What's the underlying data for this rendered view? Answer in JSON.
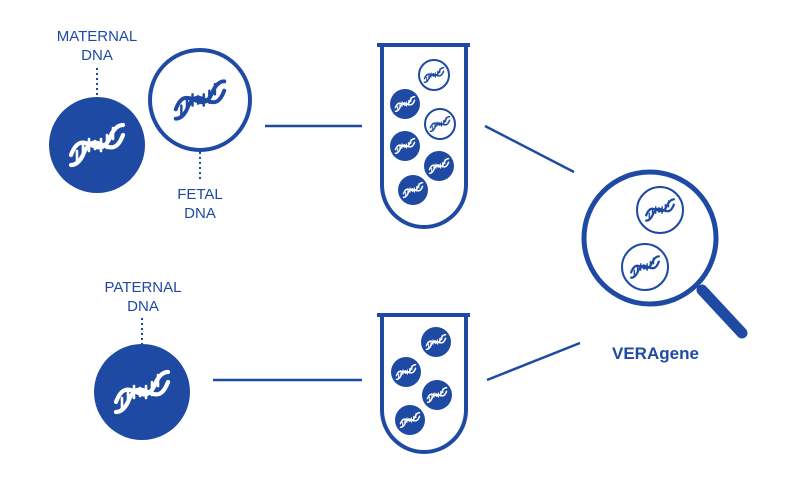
{
  "labels": {
    "maternal_line1": "MATERNAL",
    "maternal_line2": "DNA",
    "fetal_line1": "FETAL",
    "fetal_line2": "DNA",
    "paternal_line1": "PATERNAL",
    "paternal_line2": "DNA",
    "product": "VERAgene"
  },
  "colors": {
    "primary": "#1f4aa3",
    "background": "#ffffff"
  },
  "icons": [
    "dna-helix-icon",
    "test-tube-icon",
    "magnifying-glass-icon"
  ]
}
